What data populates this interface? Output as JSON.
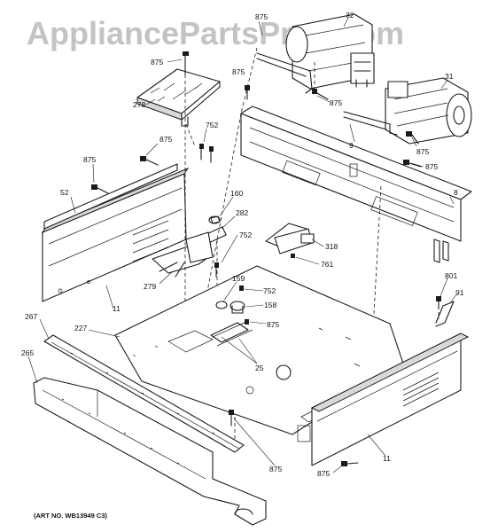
{
  "watermark": "AppliancePartsPros.com",
  "art_number": "(ART NO. WB13949 C3)",
  "callouts": {
    "c875a": "875",
    "c32": "32",
    "c875b": "875",
    "c875c": "875",
    "c31": "31",
    "c278": "278",
    "c752a": "752",
    "c875d": "875",
    "c875e": "875",
    "c9": "9",
    "c875f": "875",
    "c875g": "875",
    "c875h": "875",
    "c52": "52",
    "c160": "160",
    "c8": "8",
    "c282": "282",
    "c752b": "752",
    "c318": "318",
    "c761": "761",
    "c279": "279",
    "c159": "159",
    "c752c": "752",
    "c801": "801",
    "c91": "91",
    "c11a": "11",
    "c158": "158",
    "c267": "267",
    "c227": "227",
    "c875i": "875",
    "c25": "25",
    "c265": "265",
    "c875j": "875",
    "c11b": "11",
    "c875k": "875"
  }
}
